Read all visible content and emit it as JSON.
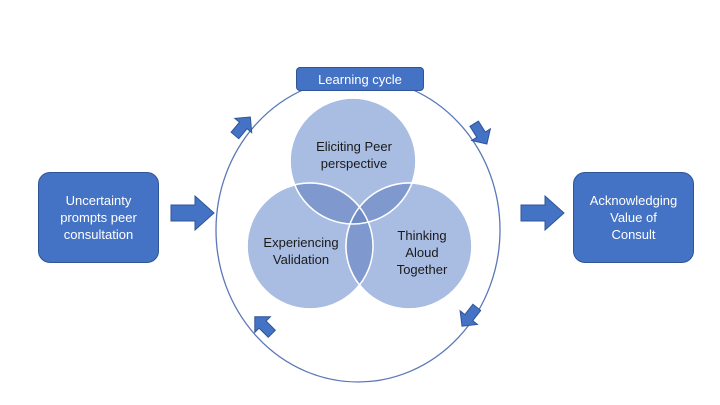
{
  "colors": {
    "box_fill": "#4472c4",
    "box_border": "#2f5597",
    "circle_fill": "#a9bde3",
    "circle_overlap": "#7f99cf",
    "circle_core": "#6e8bc6",
    "cycle_ring": "#5a78b8",
    "background": "#ffffff"
  },
  "cycle": {
    "label": "Learning cycle"
  },
  "left_box": {
    "text": "Uncertainty\nprompts peer\nconsultation"
  },
  "right_box": {
    "text": "Acknowledging\nValue of\nConsult"
  },
  "venn": {
    "top": "Eliciting Peer\nperspective",
    "left": "Experiencing\nValidation",
    "right": "Thinking\nAloud\nTogether"
  },
  "icons": {
    "flow_arrow_left": "right-block-arrow-icon",
    "flow_arrow_right": "right-block-arrow-icon",
    "cycle_arrows": "curved-cycle-arrow-icon"
  }
}
